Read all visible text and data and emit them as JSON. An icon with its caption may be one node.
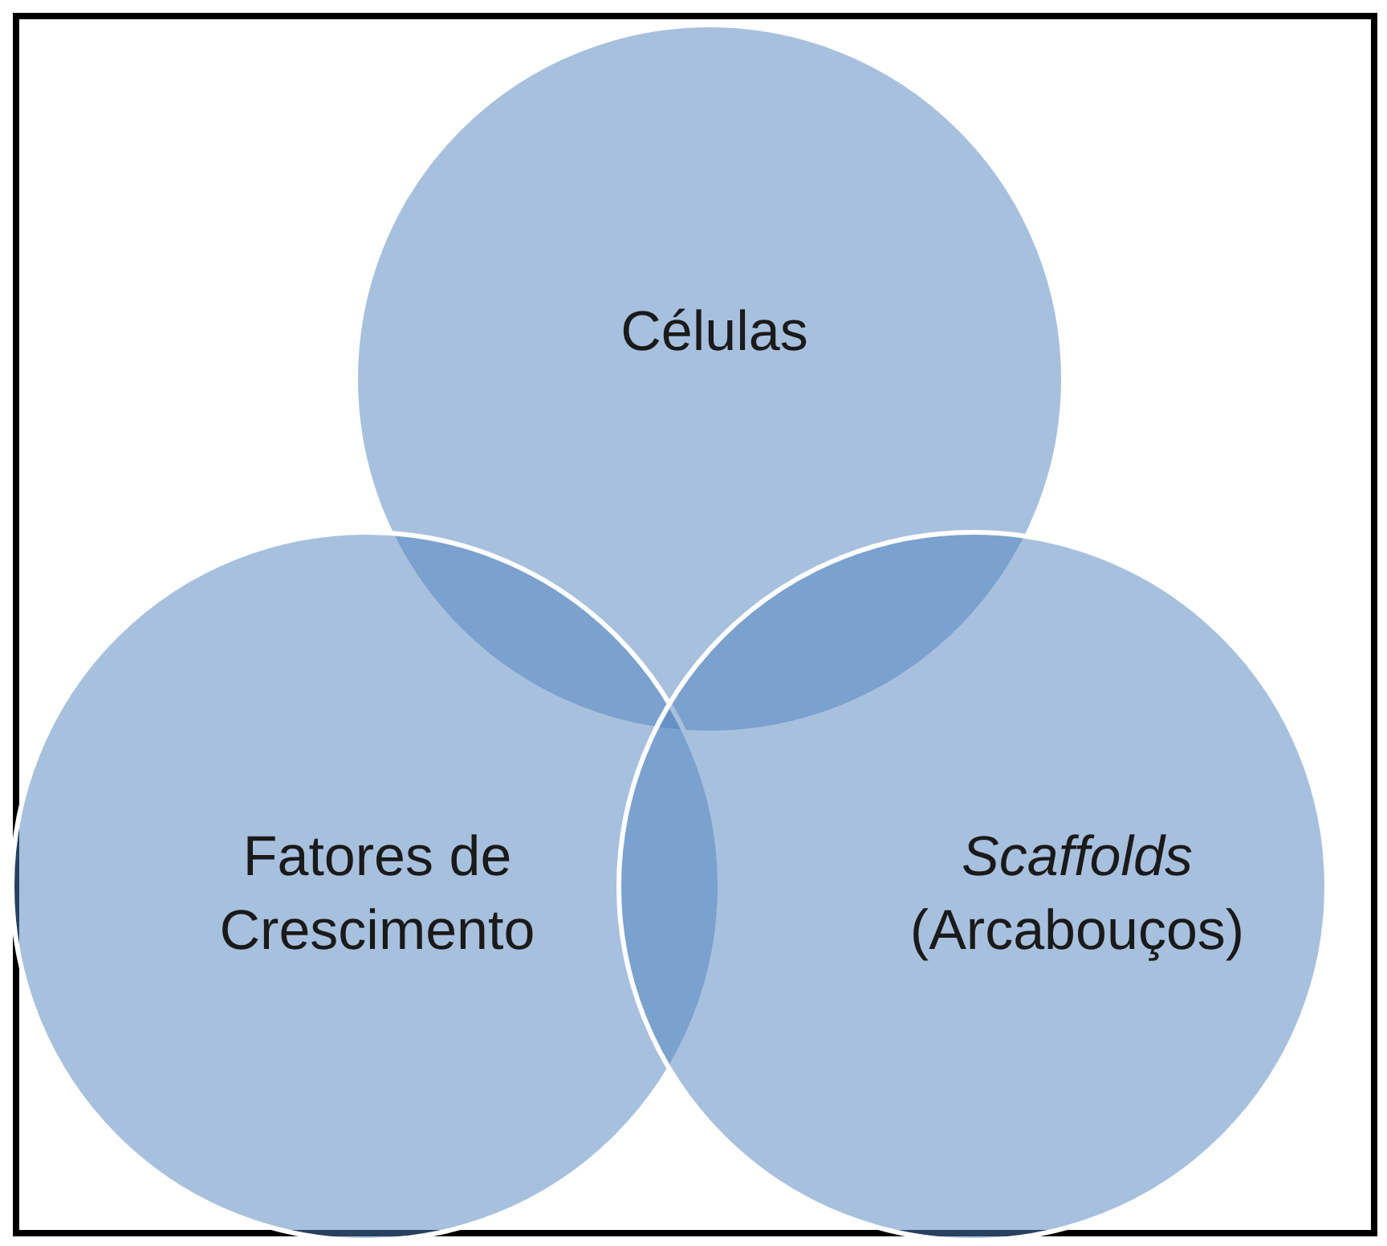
{
  "diagram": {
    "nodes": [
      {
        "text": [
          "Células"
        ]
      },
      {
        "text": [
          "Fatores de Crescimento"
        ]
      },
      {
        "text": [
          "*Scaffolds* (Arcabouços)"
        ]
      }
    ]
  }
}
